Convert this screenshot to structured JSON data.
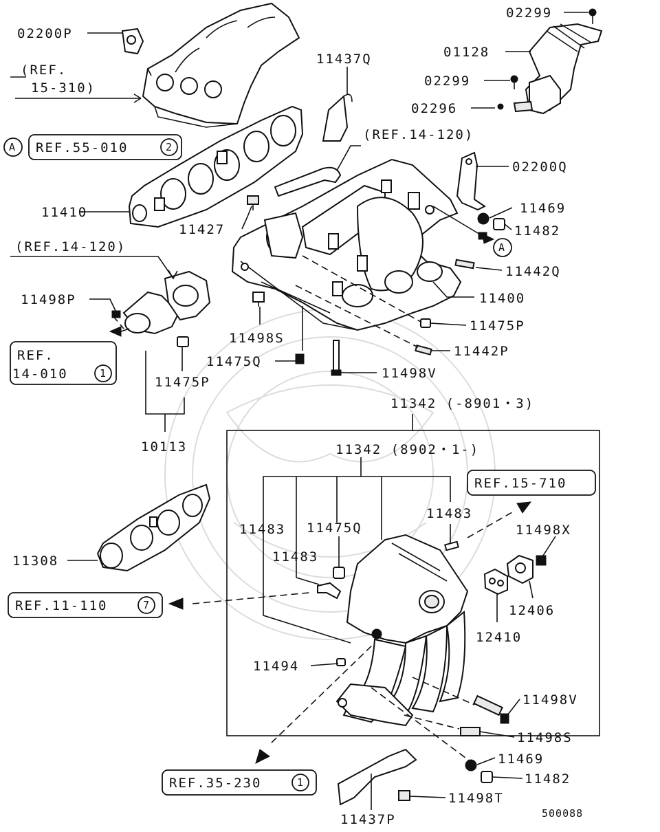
{
  "labels": {
    "p02200P": "02200P",
    "ref15_310_a": "(REF.",
    "ref15_310_b": "15-310)",
    "circleA": "A",
    "ref55_010": "REF.55-010",
    "ref55_010_num": "2",
    "p11437Q": "11437Q",
    "ref14_120_top": "(REF.14-120)",
    "p02299_top": "02299",
    "p01128": "01128",
    "p02299_mid": "02299",
    "p02296": "02296",
    "p02200Q": "02200Q",
    "p11469_top": "11469",
    "p11482_top": "11482",
    "p11410": "11410",
    "p11427": "11427",
    "ref14_120_left": "(REF.14-120)",
    "p11442Q": "11442Q",
    "p11400": "11400",
    "p11498P": "11498P",
    "p11475P_right": "11475P",
    "ref14_010_a": "REF.",
    "ref14_010_b": "14-010",
    "ref14_010_num": "1",
    "p11498S_top": "11498S",
    "p11442P": "11442P",
    "p11475Q_top": "11475Q",
    "p11498V_top": "11498V",
    "p11475P_left": "11475P",
    "p11342_a": "11342 (-8901・3)",
    "p10113": "10113",
    "p11342_b": "11342 (8902・1-)",
    "ref15_710": "REF.15-710",
    "p11483_a": "11483",
    "p11483_b": "11483",
    "p11475Q_mid": "11475Q",
    "p11498X": "11498X",
    "p11483_c": "11483",
    "p11308": "11308",
    "ref11_110": "REF.11-110",
    "ref11_110_num": "7",
    "p12406": "12406",
    "p12410": "12410",
    "p11494": "11494",
    "p11498V_bot": "11498V",
    "p11498S_bot": "11498S",
    "p11469_bot": "11469",
    "ref35_230": "REF.35-230",
    "ref35_230_num": "1",
    "p11482_bot": "11482",
    "p11498T": "11498T",
    "p11437P": "11437P",
    "diagram_code": "500088"
  }
}
